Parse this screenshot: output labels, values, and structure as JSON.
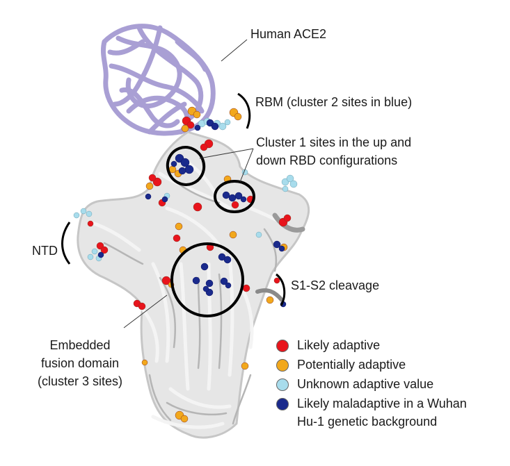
{
  "labels": {
    "ace2": "Human ACE2",
    "rbm": "RBM (cluster 2 sites in blue)",
    "cluster1_line1": "Cluster 1 sites in the up and",
    "cluster1_line2": "down RBD configurations",
    "ntd": "NTD",
    "s1s2": "S1-S2 cleavage",
    "fusion_line1": "Embedded",
    "fusion_line2": "fusion domain",
    "fusion_line3": "(cluster 3 sites)"
  },
  "legend": [
    {
      "label": "Likely adaptive",
      "color": "#e8141c"
    },
    {
      "label": "Potentially adaptive",
      "color": "#f2a81c"
    },
    {
      "label": "Unknown adaptive value",
      "color": "#a8dcec"
    },
    {
      "label": "Likely maladaptive in a Wuhan",
      "label2": "Hu-1 genetic background",
      "color": "#1a2a8c"
    }
  ],
  "colors": {
    "ace2_ribbon": "#a99fd4",
    "spike_ribbon": "#d9d9d9",
    "spike_shadow": "#a8a8a8",
    "circle": "#000000"
  }
}
